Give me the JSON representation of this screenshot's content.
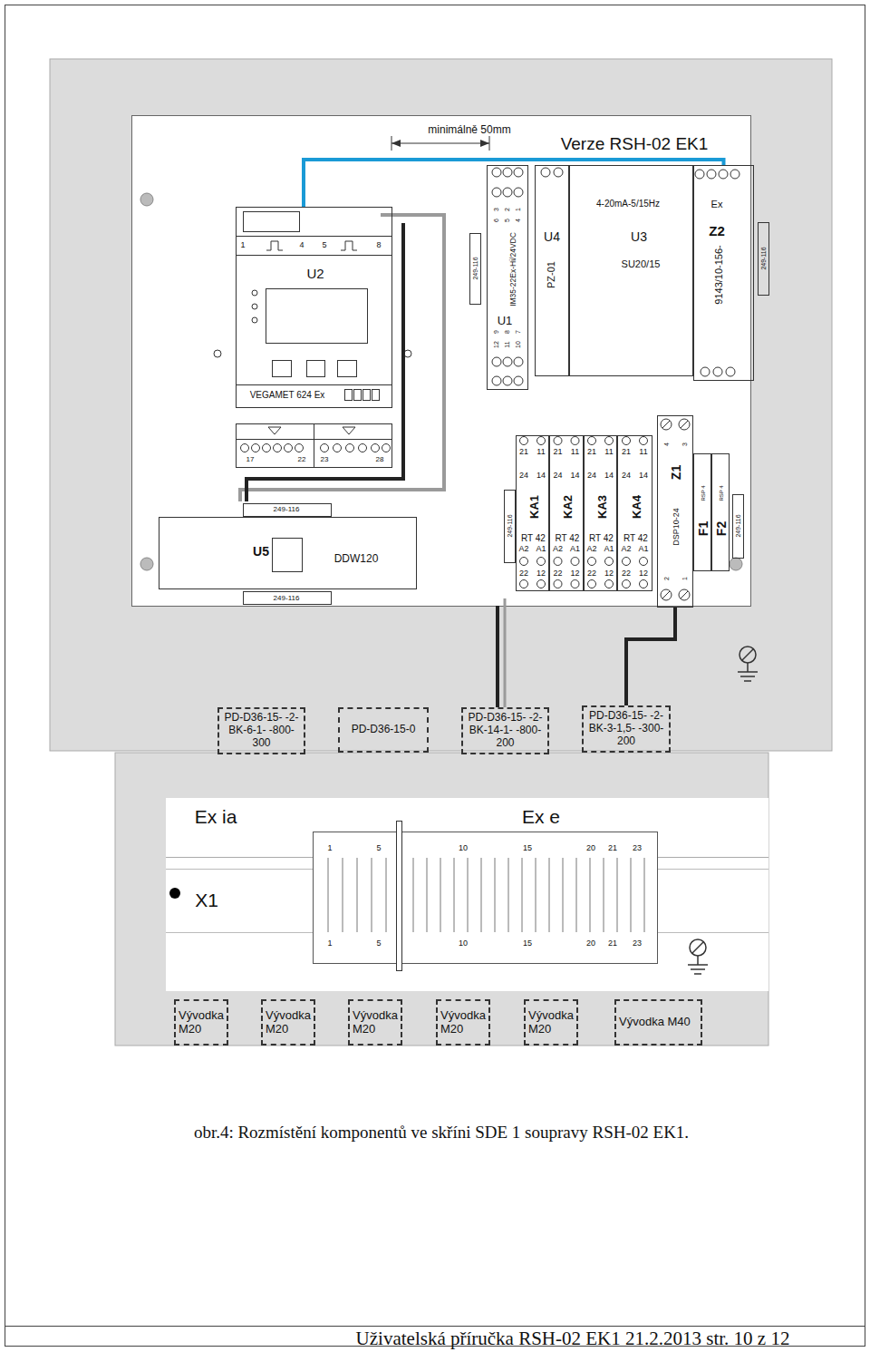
{
  "diagram": {
    "title": "Verze RSH-02 EK1",
    "caption": "obr.4: Rozmístění komponentů ve skříni SDE 1 soupravy RSH-02 EK1.",
    "nodes": [
      {
        "text": [
          "U2",
          "VEGAMET 624 Ex"
        ]
      },
      {
        "text": [
          "IM35-22Ex-Hi/24VDC",
          "U1"
        ]
      },
      {
        "text": [
          "U4",
          "PZ-01"
        ]
      },
      {
        "text": [
          "4-20mA-5/15Hz",
          "U3",
          "SU20/15"
        ]
      },
      {
        "text": [
          "Ex",
          "Z2",
          "9143/10-156-"
        ]
      },
      {
        "text": [
          "U5",
          "DDW120"
        ]
      },
      {
        "text": [
          "KA1",
          "RT 42"
        ]
      },
      {
        "text": [
          "KA2",
          "RT 42"
        ]
      },
      {
        "text": [
          "KA3",
          "RT 42"
        ]
      },
      {
        "text": [
          "KA4",
          "RT 42"
        ]
      },
      {
        "text": [
          "Z1",
          "DSP10-24"
        ]
      },
      {
        "text": [
          "F1",
          "RSP 4"
        ]
      },
      {
        "text": [
          "F2",
          "RSP 4"
        ]
      },
      {
        "text": [
          "PD-D36-15- -2-BK-6-1- -800-300"
        ]
      },
      {
        "text": [
          "PD-D36-15-0"
        ]
      },
      {
        "text": [
          "PD-D36-15- -2-BK-14-1- -800-200"
        ]
      },
      {
        "text": [
          "PD-D36-15- -2-BK-3-1,5- -300-200"
        ]
      },
      {
        "text": [
          "Ex ia",
          "Ex e",
          "X1"
        ]
      },
      {
        "text": [
          "Vývodka M20"
        ]
      },
      {
        "text": [
          "Vývodka M20"
        ]
      },
      {
        "text": [
          "Vývodka M20"
        ]
      },
      {
        "text": [
          "Vývodka M20"
        ]
      },
      {
        "text": [
          "Vývodka M20"
        ]
      },
      {
        "text": [
          "Vývodka M40"
        ]
      }
    ],
    "edges": [
      {
        "from": 0,
        "to": 4,
        "arrow": "none"
      },
      {
        "from": 10,
        "to": 16,
        "arrow": "none"
      }
    ],
    "labels": [
      "minimálně 50mm",
      "1",
      "4",
      "5",
      "8",
      "17",
      "22",
      "23",
      "28",
      "249-116",
      "3",
      "6",
      "2",
      "5",
      "1",
      "4",
      "9",
      "12",
      "8",
      "11",
      "7",
      "10",
      "249-116",
      "249-116",
      "249-116",
      "21",
      "11",
      "24",
      "14",
      "A2",
      "A1",
      "22",
      "12",
      "21",
      "11",
      "24",
      "14",
      "A2",
      "A1",
      "22",
      "12",
      "21",
      "11",
      "24",
      "14",
      "A2",
      "A1",
      "22",
      "12",
      "21",
      "11",
      "24",
      "14",
      "A2",
      "A1",
      "22",
      "12",
      "4",
      "3",
      "2",
      "1",
      "249-116",
      "249-116",
      "1",
      "5",
      "10",
      "15",
      "20",
      "21",
      "23",
      "1",
      "5",
      "10",
      "15",
      "20",
      "21",
      "23",
      "Uživatelská příručka RSH-02 EK1 21.2.2013 str. 10 z 12"
    ]
  }
}
